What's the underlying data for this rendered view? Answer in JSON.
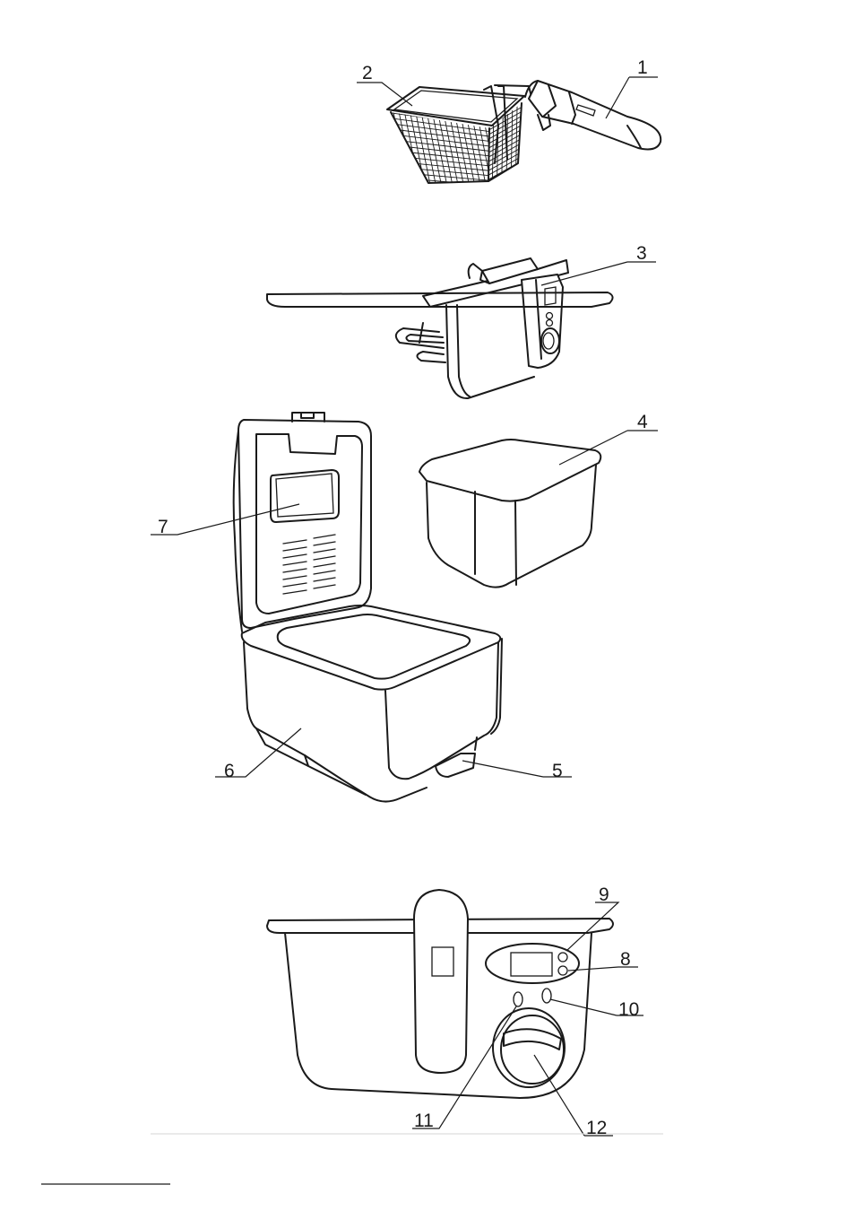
{
  "callouts": [
    {
      "id": "1",
      "label": "1"
    },
    {
      "id": "2",
      "label": "2"
    },
    {
      "id": "3",
      "label": "3"
    },
    {
      "id": "4",
      "label": "4"
    },
    {
      "id": "5",
      "label": "5"
    },
    {
      "id": "6",
      "label": "6"
    },
    {
      "id": "7",
      "label": "7"
    },
    {
      "id": "8",
      "label": "8"
    },
    {
      "id": "9",
      "label": "9"
    },
    {
      "id": "10",
      "label": "10"
    },
    {
      "id": "11",
      "label": "11"
    },
    {
      "id": "12",
      "label": "12"
    }
  ],
  "icons": [
    "frying-basket-icon",
    "heating-element-control-unit-icon",
    "oil-container-icon",
    "fryer-housing-icon",
    "control-panel-icon"
  ]
}
